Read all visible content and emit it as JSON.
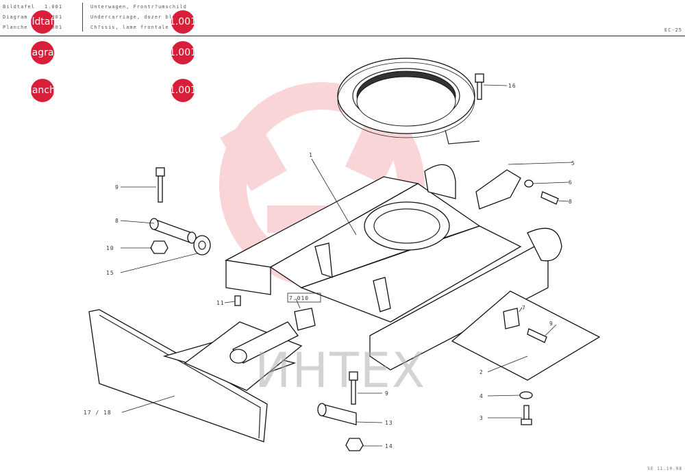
{
  "header": {
    "rows": [
      {
        "label": "Bildtafel",
        "value": "1.001"
      },
      {
        "label": "Diagram",
        "value": "1.001"
      },
      {
        "label": "Planche",
        "value": "1.001"
      }
    ],
    "descriptions": [
      "Unterwagen, Frontr?umschild",
      "Undercarriage, dozer blade",
      "Ch?ssis, lame frontale"
    ],
    "model": "EC-25"
  },
  "badges": [
    {
      "text": "Bildtafel"
    },
    {
      "text": "Diagram"
    },
    {
      "text": "Planche"
    },
    {
      "text": "1.001"
    },
    {
      "text": "1.001"
    },
    {
      "text": "1.001"
    }
  ],
  "callouts": [
    "16",
    "5",
    "6",
    "8",
    "1",
    "9",
    "8",
    "10",
    "15",
    "11",
    "7.010",
    "7",
    "9",
    "2",
    "17 / 18",
    "9",
    "13",
    "4",
    "3",
    "14"
  ],
  "watermark": "ИНТЕХ",
  "footer": "SE 11.10.98"
}
